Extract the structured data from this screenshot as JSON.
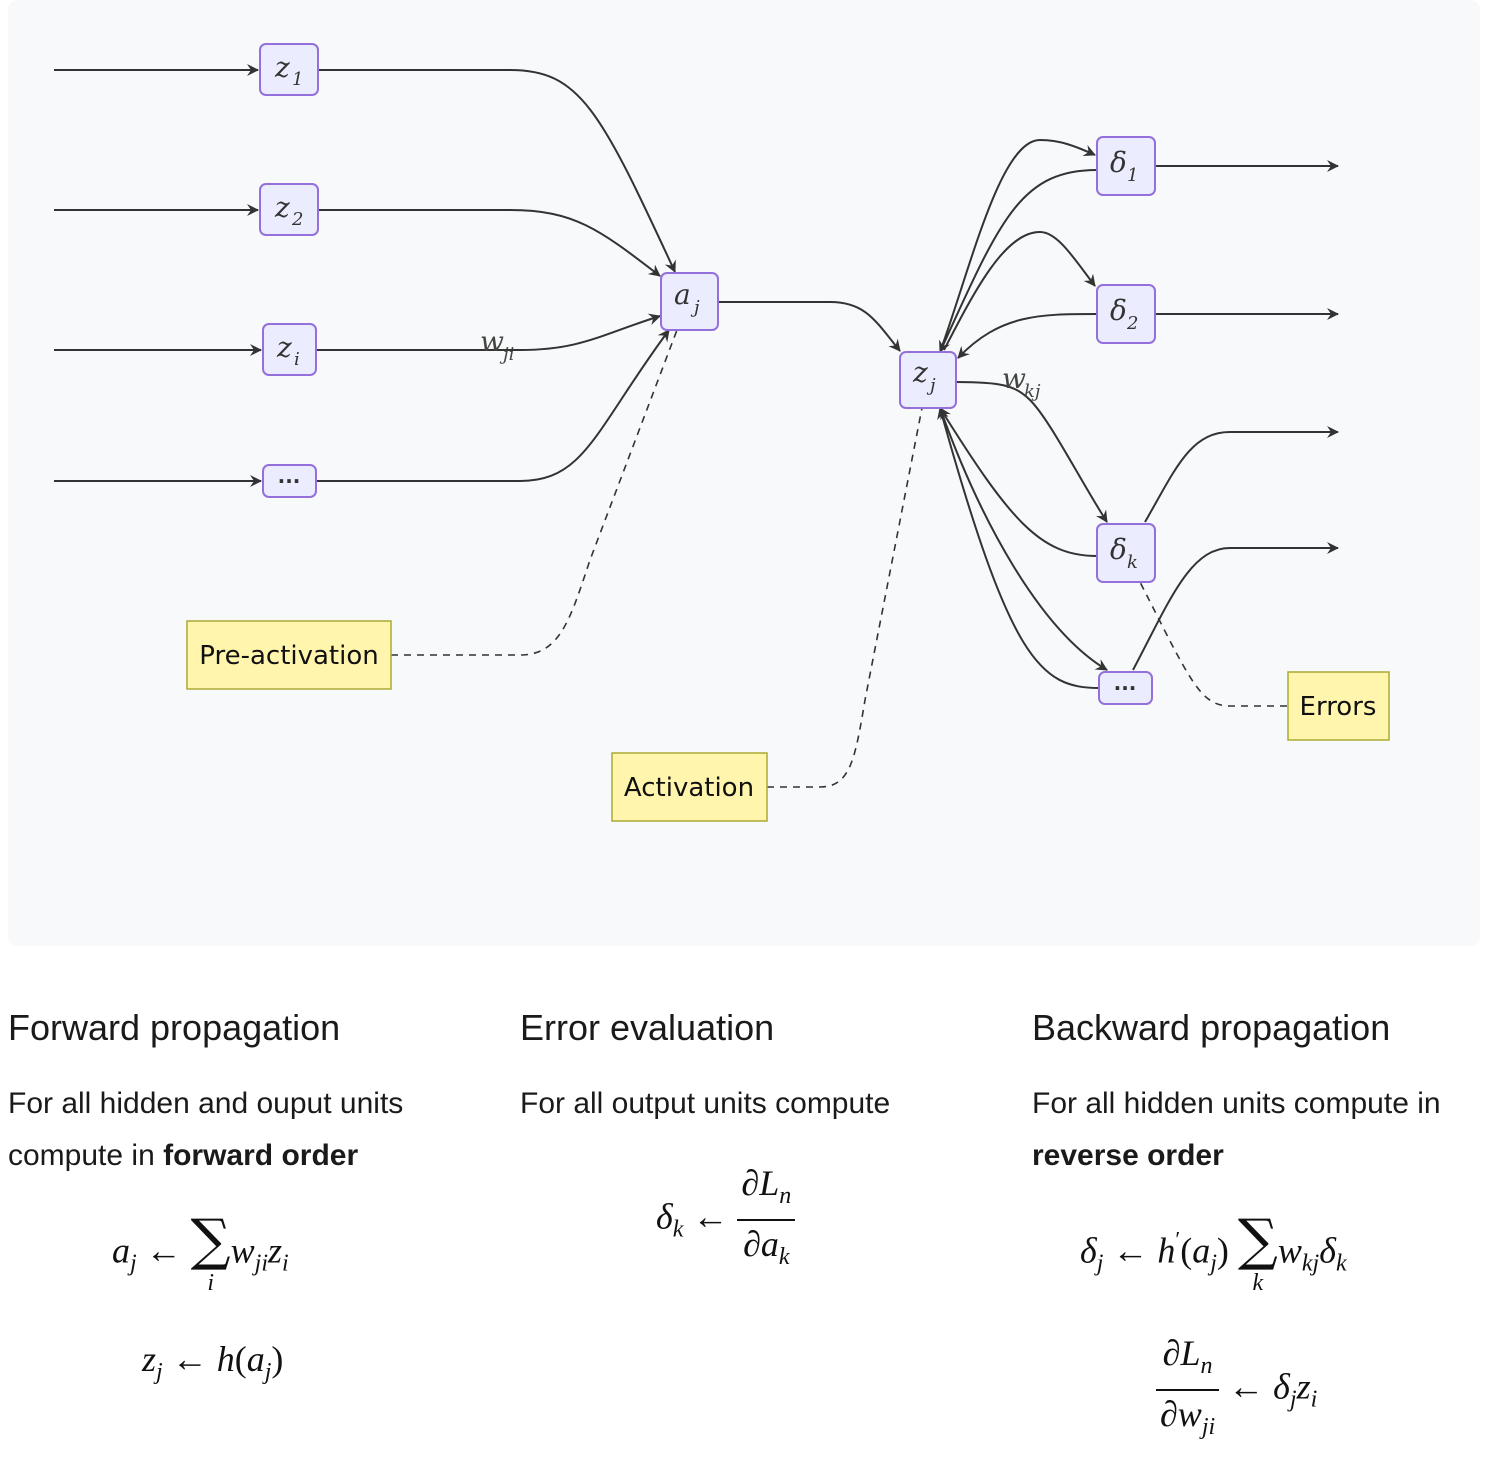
{
  "diagram": {
    "nodes": {
      "z1": {
        "main": "z",
        "sub": "1"
      },
      "z2": {
        "main": "z",
        "sub": "2"
      },
      "zi": {
        "main": "z",
        "sub": "i"
      },
      "in_more": {
        "main": "···"
      },
      "aj": {
        "main": "a",
        "sub": "j"
      },
      "zj": {
        "main": "z",
        "sub": "j"
      },
      "d1": {
        "main": "δ",
        "sub": "1"
      },
      "d2": {
        "main": "δ",
        "sub": "2"
      },
      "dk": {
        "main": "δ",
        "sub": "k"
      },
      "out_more": {
        "main": "···"
      }
    },
    "edge_labels": {
      "wji": {
        "main": "w",
        "sub": "ji"
      },
      "wkj": {
        "main": "w",
        "sub": "kj"
      }
    },
    "notes": {
      "pre_activation": "Pre-activation",
      "activation": "Activation",
      "errors": "Errors"
    },
    "colors": {
      "node_fill": "#ECECFF",
      "node_stroke": "#9370DB",
      "note_fill": "#fff5ad",
      "note_stroke": "#aaaa33",
      "panel_bg": "#f8f9fa"
    }
  },
  "sections": {
    "forward": {
      "heading": "Forward propagation",
      "text": "For all hidden and ouput units compute in ",
      "bold": "forward order"
    },
    "error": {
      "heading": "Error evaluation",
      "text": "For all output units compute"
    },
    "backward": {
      "heading": "Backward propagation",
      "text": "For all hidden units compute in ",
      "bold": "reverse order"
    }
  }
}
